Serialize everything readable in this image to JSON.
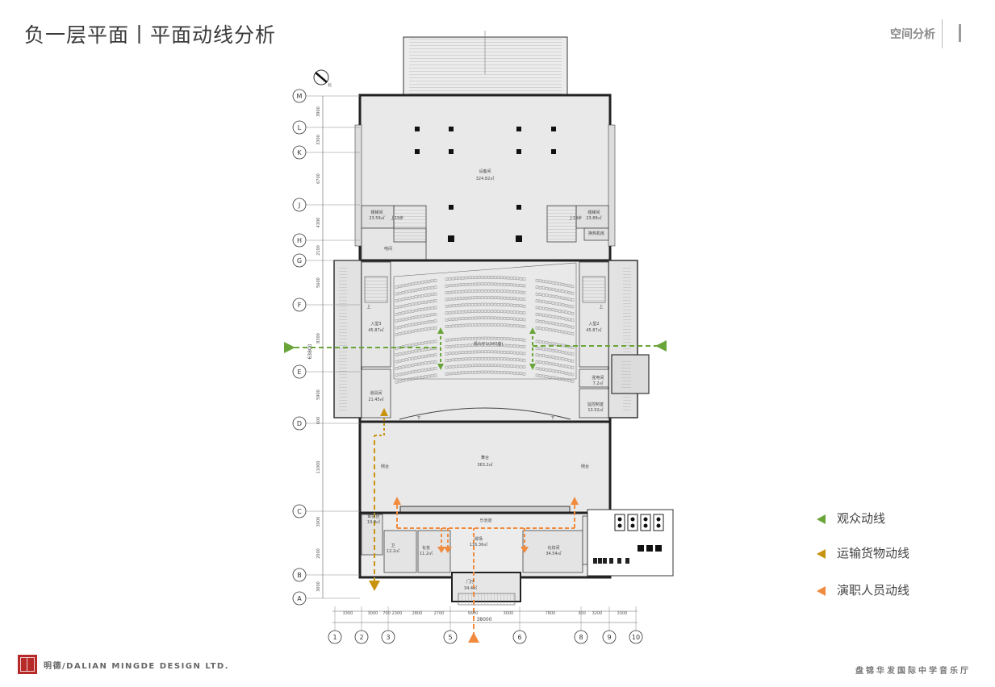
{
  "title": "负一层平面丨平面动线分析",
  "top_right": "空间分析",
  "legend": [
    {
      "label": "观众动线",
      "color": "#6aa53a"
    },
    {
      "label": "运输货物动线",
      "color": "#c8940f"
    },
    {
      "label": "演职人员动线",
      "color": "#f08a3c"
    }
  ],
  "footer": {
    "company": "明德/DALIAN MINGDE DESIGN LTD.",
    "project": "盘锦华发国际中学音乐厅"
  },
  "plan": {
    "north_label": "北",
    "row_axes": [
      "M",
      "L",
      "K",
      "J",
      "H",
      "G",
      "F",
      "E",
      "D",
      "C",
      "B",
      "A"
    ],
    "row_dims": [
      "3900",
      "3300",
      "6700",
      "4300",
      "2100",
      "5600",
      "8300",
      "5900",
      "600",
      "11000",
      "3000",
      "2000",
      "3000"
    ],
    "overall_height": "63800",
    "col_axes": [
      "1",
      "2",
      "3",
      "5",
      "6",
      "8",
      "9",
      "10"
    ],
    "col_dims": [
      "3300",
      "3000",
      "700",
      "2300",
      "2800",
      "2700",
      "5600",
      "3000",
      "7800",
      "300",
      "3200",
      "3300"
    ],
    "overall_width": "38000",
    "rooms": {
      "equipment": "设备间",
      "equipment_area": "324.82㎡",
      "stair_l": "楼梯间",
      "stair_l_area": "23.59㎡",
      "stair_l_steps": "上19步",
      "stair_r": "楼梯间",
      "stair_r_area": "23.88㎡",
      "stair_r_steps": "上19步",
      "electric": "电间",
      "heat_room": "换热机房",
      "hall_l": "入堂3",
      "hall_l_area": "45.87㎡",
      "hall_r": "入堂2",
      "hall_r_area": "45.87㎡",
      "audience": "观众厅1(347座)",
      "props": "道具间",
      "props_area": "21.45㎡",
      "control": "监控制室",
      "control_area": "13.52㎡",
      "small_room": "强电间",
      "small_area": "7.2㎡",
      "stage": "舞台",
      "stage_area": "363.2㎡",
      "side_l": "侧台",
      "side_r": "侧台",
      "load": "卸货台",
      "load_area": "19.8㎡",
      "pit": "乐池道",
      "rehearsal": "候场",
      "rehearsal_area": "116.36㎡",
      "makeup_l": "化妆",
      "makeup_l_area": "11.2㎡",
      "makeup_r": "化妆间",
      "makeup_r_area": "34.54㎡",
      "wc": "卫",
      "wc_area": "12.2㎡",
      "lobby": "门厅",
      "lobby_area": "34.4㎡",
      "up": "上",
      "down": "下"
    }
  }
}
